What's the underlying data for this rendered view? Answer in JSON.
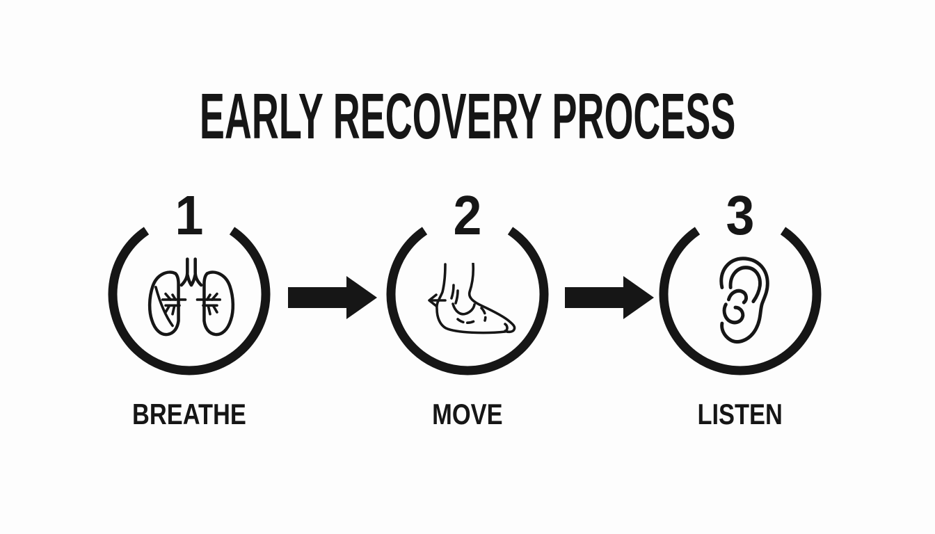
{
  "title": "EARLY RECOVERY PROCESS",
  "steps": [
    {
      "number": "1",
      "label": "BREATHE",
      "icon": "lungs-icon"
    },
    {
      "number": "2",
      "label": "MOVE",
      "icon": "foot-icon"
    },
    {
      "number": "3",
      "label": "LISTEN",
      "icon": "ear-icon"
    }
  ],
  "connectors": [
    {
      "icon": "arrow-right-icon"
    },
    {
      "icon": "arrow-right-icon"
    }
  ],
  "colors": {
    "ink": "#161616",
    "background": "#fdfdfd"
  }
}
